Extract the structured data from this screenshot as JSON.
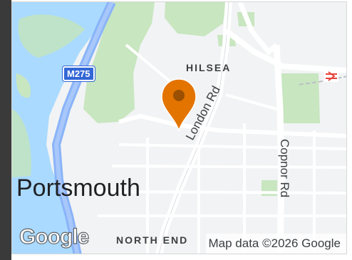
{
  "map": {
    "labels": {
      "area": "HILSEA",
      "city": "Portsmouth",
      "road_london": "London Rd",
      "road_copnor": "Copnor Rd",
      "district": "NORTH END"
    },
    "shield": "M275",
    "logo_text": "Google",
    "attribution": "Map data ©2026 Google"
  },
  "colors": {
    "water": "#aadaff",
    "park": "#c8e6c0",
    "land": "#f1f3f4",
    "motorway": "#8ab4f8",
    "pin": "#e37400",
    "pin_dot": "#9b4f00",
    "shield": "#3367d6"
  },
  "icons": {
    "pin": "location-pin-icon",
    "rail": "rail-station-icon"
  }
}
